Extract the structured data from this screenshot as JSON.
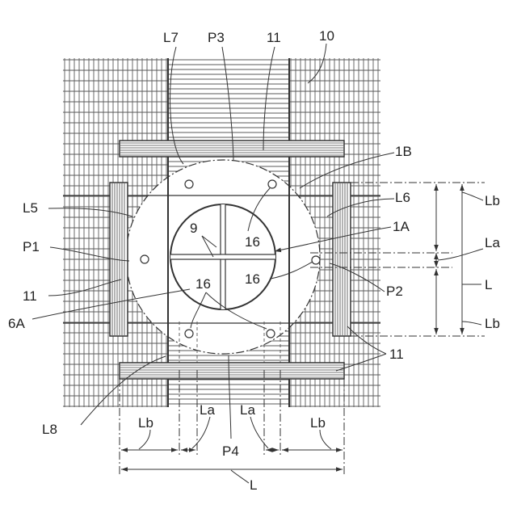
{
  "labels": {
    "L7": "L7",
    "P3": "P3",
    "n11_top": "11",
    "n10": "10",
    "n1B": "1B",
    "L6": "L6",
    "Lb_r1": "Lb",
    "L5": "L5",
    "n1A": "1A",
    "La_r": "La",
    "P1": "P1",
    "n9": "9",
    "n16_a": "16",
    "n16_b": "16",
    "n16_c": "16",
    "P2": "P2",
    "L_r": "L",
    "n11_left": "11",
    "n6A": "6A",
    "Lb_r2": "Lb",
    "n11_right": "11",
    "L8": "L8",
    "Lb_b1": "Lb",
    "La_b1": "La",
    "La_b2": "La",
    "Lb_b2": "Lb",
    "P4": "P4",
    "L_b": "L"
  }
}
